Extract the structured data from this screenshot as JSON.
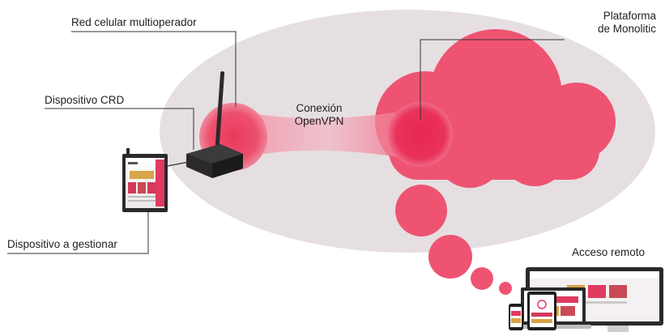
{
  "labels": {
    "red_celular": "Red celular multioperador",
    "dispositivo_crd": "Dispositivo CRD",
    "dispositivo_gestionar": "Dispositivo a gestionar",
    "conexion_line1": "Conexión",
    "conexion_line2": "OpenVPN",
    "plataforma_line1": "Plataforma",
    "plataforma_line2": "de Monolitic",
    "acceso_remoto": "Acceso remoto"
  },
  "colors": {
    "ellipse": "#e6dfe1",
    "cloud": "#ee5472",
    "accent": "#e8264f",
    "leader_line": "#333333",
    "device_body": "#2a2a2a"
  }
}
